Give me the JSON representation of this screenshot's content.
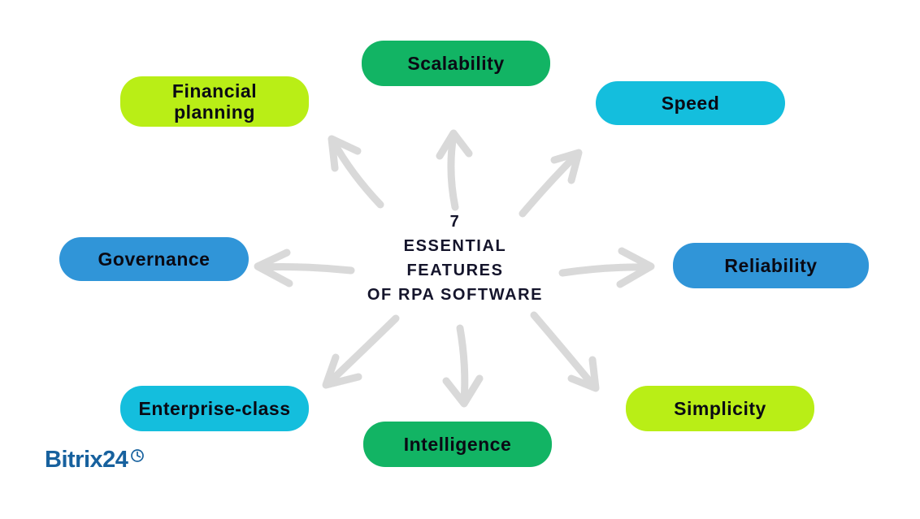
{
  "diagram": {
    "title_lines": [
      "7",
      "ESSENTIAL",
      "FEATURES",
      "OF RPA SOFTWARE"
    ],
    "title_color": "#14142b",
    "node_text_color": "#0a0a14",
    "arrow_color": "#d9d9d9",
    "nodes": [
      {
        "id": "scalability",
        "label": "Scalability",
        "color": "#12b464"
      },
      {
        "id": "speed",
        "label": "Speed",
        "color": "#14bedd"
      },
      {
        "id": "financial-planning",
        "label": "Financial\nplanning",
        "color": "#b9ee16"
      },
      {
        "id": "governance",
        "label": "Governance",
        "color": "#3095d8"
      },
      {
        "id": "reliability",
        "label": "Reliability",
        "color": "#3095d8"
      },
      {
        "id": "enterprise-class",
        "label": "Enterprise-class",
        "color": "#14bedd"
      },
      {
        "id": "intelligence",
        "label": "Intelligence",
        "color": "#12b464"
      },
      {
        "id": "simplicity",
        "label": "Simplicity",
        "color": "#b9ee16"
      }
    ]
  },
  "footer": {
    "logo_text": "Bitrix24",
    "logo_color": "#17619e"
  }
}
